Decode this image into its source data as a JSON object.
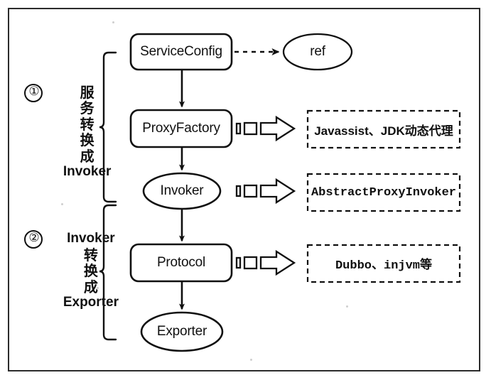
{
  "diagram": {
    "title_present": false,
    "frame": {
      "border_color": "#2b2b2b",
      "background": "#ffffff"
    },
    "nodes": [
      {
        "id": "service-config",
        "label": "ServiceConfig",
        "shape": "rounded-rect"
      },
      {
        "id": "ref",
        "label": "ref",
        "shape": "ellipse"
      },
      {
        "id": "proxy-factory",
        "label": "ProxyFactory",
        "shape": "rounded-rect"
      },
      {
        "id": "invoker",
        "label": "Invoker",
        "shape": "ellipse"
      },
      {
        "id": "protocol",
        "label": "Protocol",
        "shape": "rounded-rect"
      },
      {
        "id": "exporter",
        "label": "Exporter",
        "shape": "ellipse"
      }
    ],
    "annotations": [
      {
        "id": "proxy-impl",
        "label": "Javassist、JDK动态代理",
        "font": "sans",
        "box": "dashed"
      },
      {
        "id": "invoker-impl",
        "label": "AbstractProxyInvoker",
        "font": "mono",
        "box": "dashed"
      },
      {
        "id": "protocol-impl",
        "label": "Dubbo、injvm等",
        "font": "mono",
        "box": "dashed"
      }
    ],
    "groups": [
      {
        "id": "group-one",
        "marker": "①",
        "lines": [
          "服",
          "务",
          "转",
          "换",
          "成",
          "Invoker"
        ],
        "chinese_lines": [
          "服",
          "务",
          "转",
          "换",
          "成"
        ],
        "latin_line": "Invoker",
        "full_text": "服务转换成Invoker"
      },
      {
        "id": "group-two",
        "marker": "②",
        "lines": [
          "Invoker",
          "转",
          "换",
          "成",
          "Exporter"
        ],
        "chinese_lines": [
          "转",
          "换",
          "成"
        ],
        "latin_line_top": "Invoker",
        "latin_line_bottom": "Exporter",
        "full_text": "Invoker转换成Exporter"
      }
    ],
    "edges": [
      {
        "from": "service-config",
        "to": "ref",
        "style": "dashed",
        "arrow": "filled"
      },
      {
        "from": "service-config",
        "to": "proxy-factory",
        "style": "solid",
        "arrow": "filled"
      },
      {
        "from": "proxy-factory",
        "to": "invoker",
        "style": "solid",
        "arrow": "filled"
      },
      {
        "from": "invoker",
        "to": "protocol",
        "style": "solid",
        "arrow": "filled"
      },
      {
        "from": "protocol",
        "to": "exporter",
        "style": "solid",
        "arrow": "filled"
      }
    ],
    "callout_arrows": [
      {
        "from": "proxy-factory",
        "to": "proxy-impl",
        "style": "block-arrow-dashed"
      },
      {
        "from": "invoker",
        "to": "invoker-impl",
        "style": "block-arrow-dashed"
      },
      {
        "from": "protocol",
        "to": "protocol-impl",
        "style": "block-arrow-dashed"
      }
    ],
    "colors": {
      "stroke": "#101010",
      "text": "#101010",
      "fill": "#ffffff"
    }
  }
}
